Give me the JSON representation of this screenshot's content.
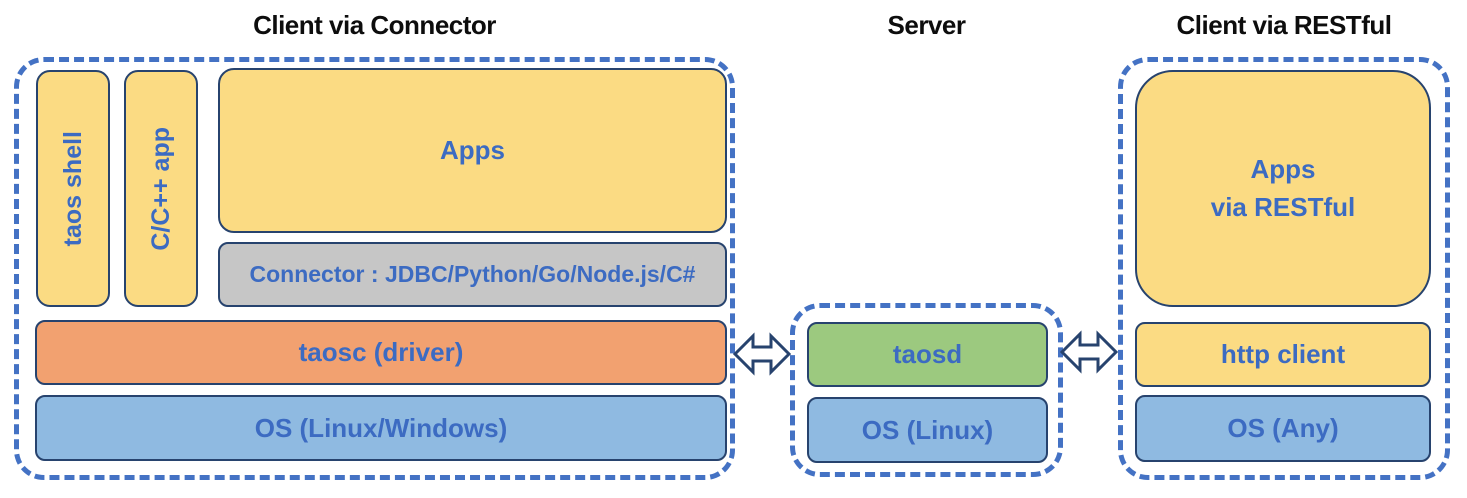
{
  "diagram": {
    "sections": {
      "connector_client": {
        "title": "Client via Connector",
        "boxes": {
          "taos_shell": "taos shell",
          "cpp_app": "C/C++ app",
          "apps": "Apps",
          "connector": "Connector : JDBC/Python/Go/Node.js/C#",
          "taosc": "taosc (driver)",
          "os": "OS (Linux/Windows)"
        }
      },
      "server": {
        "title": "Server",
        "boxes": {
          "taosd": "taosd",
          "os": "OS (Linux)"
        }
      },
      "restful_client": {
        "title": "Client via RESTful",
        "boxes": {
          "apps": "Apps\nvia RESTful",
          "http_client": "http client",
          "os": "OS (Any)"
        }
      }
    },
    "icons": {
      "left_arrow": "double-headed-arrow",
      "right_arrow": "double-headed-arrow"
    },
    "colors": {
      "dashed_border": "#4472c4",
      "box_border": "#27436e",
      "yellow_fill": "#fbdb83",
      "gray_fill": "#c6c6c6",
      "orange_fill": "#f2a170",
      "blue_fill": "#8fbae1",
      "green_fill": "#9cc97f",
      "label_blue": "#3c6bc2",
      "title_black": "#0d0d0d"
    }
  }
}
